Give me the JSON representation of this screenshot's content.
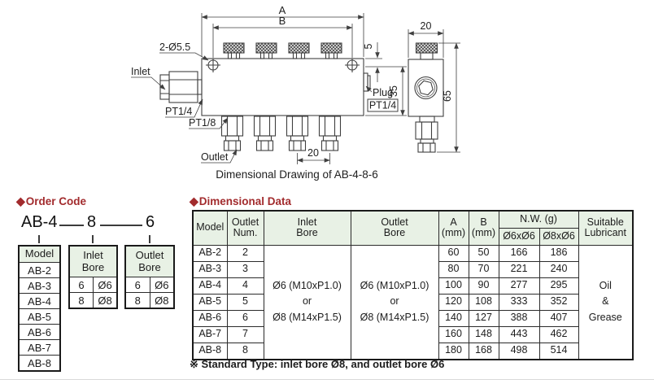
{
  "drawing": {
    "caption": "Dimensional Drawing of AB-4-8-6",
    "labels": {
      "dim_A": "A",
      "dim_B": "B",
      "holes": "2-Ø5.5",
      "dim_5": "5",
      "dim_35": "35",
      "inlet": "Inlet",
      "inlet_thread": "PT1/4",
      "outlet_thread": "PT1/8",
      "outlet": "Outlet",
      "pitch_20": "20",
      "plug": "Plug",
      "plug_thread": "PT1/4",
      "side_width_20": "20",
      "side_height_65": "65"
    }
  },
  "order_code": {
    "diamond": "◆",
    "title": "Order Code",
    "example": {
      "model": "AB-4",
      "inlet": "8",
      "outlet": "6"
    },
    "model_table": {
      "header": "Model",
      "rows": [
        "AB-2",
        "AB-3",
        "AB-4",
        "AB-5",
        "AB-6",
        "AB-7",
        "AB-8"
      ]
    },
    "inlet_table": {
      "header": [
        "Inlet",
        "Bore"
      ],
      "rows": [
        {
          "code": "6",
          "bore": "Ø6"
        },
        {
          "code": "8",
          "bore": "Ø8"
        }
      ]
    },
    "outlet_table": {
      "header": [
        "Outlet",
        "Bore"
      ],
      "rows": [
        {
          "code": "6",
          "bore": "Ø6"
        },
        {
          "code": "8",
          "bore": "Ø8"
        }
      ]
    }
  },
  "dim_table": {
    "diamond": "◆",
    "title": "Dimensional Data",
    "headers": {
      "model": "Model",
      "outlet_num": [
        "Outlet",
        "Num."
      ],
      "inlet_bore": [
        "Inlet",
        "Bore"
      ],
      "outlet_bore": [
        "Outlet",
        "Bore"
      ],
      "a": [
        "A",
        "(mm)"
      ],
      "b": [
        "B",
        "(mm)"
      ],
      "nw": "N.W. (g)",
      "nw6": "Ø6xØ6",
      "nw8": "Ø8xØ6",
      "lube": [
        "Suitable",
        "Lubricant"
      ]
    },
    "inlet_bore": [
      "Ø6 (M10xP1.0)",
      "or",
      "Ø8 (M14xP1.5)"
    ],
    "outlet_bore": [
      "Ø6 (M10xP1.0)",
      "or",
      "Ø8 (M14xP1.5)"
    ],
    "lubricant": [
      "Oil",
      "&",
      "Grease"
    ],
    "rows": [
      {
        "model": "AB-2",
        "num": "2",
        "a": "60",
        "b": "50",
        "nw6": "166",
        "nw8": "186"
      },
      {
        "model": "AB-3",
        "num": "3",
        "a": "80",
        "b": "70",
        "nw6": "221",
        "nw8": "240"
      },
      {
        "model": "AB-4",
        "num": "4",
        "a": "100",
        "b": "90",
        "nw6": "277",
        "nw8": "295"
      },
      {
        "model": "AB-5",
        "num": "5",
        "a": "120",
        "b": "108",
        "nw6": "333",
        "nw8": "352"
      },
      {
        "model": "AB-6",
        "num": "6",
        "a": "140",
        "b": "127",
        "nw6": "388",
        "nw8": "407"
      },
      {
        "model": "AB-7",
        "num": "7",
        "a": "160",
        "b": "148",
        "nw6": "443",
        "nw8": "462"
      },
      {
        "model": "AB-8",
        "num": "8",
        "a": "180",
        "b": "168",
        "nw6": "498",
        "nw8": "514"
      }
    ],
    "footnote": "※ Standard Type: inlet bore Ø8, and outlet bore Ø6"
  },
  "colors": {
    "accent": "#a22b2d",
    "table_header_bg": "#e8f1e5",
    "line": "#3f3f3f"
  }
}
